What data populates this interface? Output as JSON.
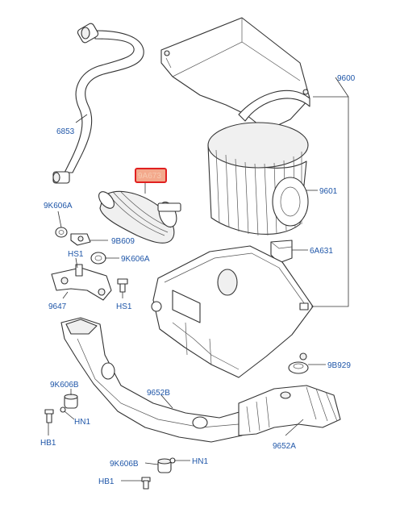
{
  "labels": {
    "l9600": "9600",
    "l6853": "6853",
    "l9601": "9601",
    "l9A673": "9A673",
    "l9K606A_1": "9K606A",
    "l9B609": "9B609",
    "l9K606A_2": "9K606A",
    "l6A631": "6A631",
    "lHS1_1": "HS1",
    "l9647": "9647",
    "lHS1_2": "HS1",
    "l9B929": "9B929",
    "l9K606B_1": "9K606B",
    "l9652B": "9652B",
    "lHN1_1": "HN1",
    "lHB1_1": "HB1",
    "l9652A": "9652A",
    "l9K606B_2": "9K606B",
    "lHN1_2": "HN1",
    "lHB1_2": "HB1"
  },
  "colors": {
    "label": "#1f56a8",
    "highlight_border": "#e02020",
    "highlight_fill": "#f3a98c"
  }
}
